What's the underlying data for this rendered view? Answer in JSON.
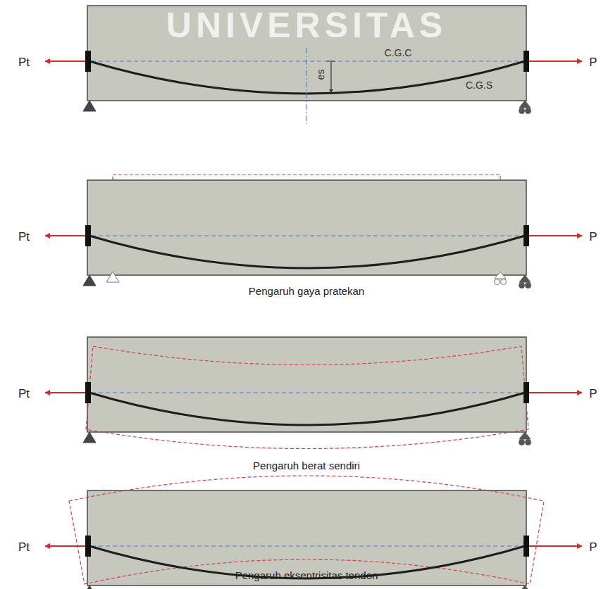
{
  "diagram": {
    "labels": [
      "UNIVERSITAS",
      "Pt",
      "P",
      "C.G.C",
      "es",
      "C.G.S",
      "Pt",
      "P",
      "Pengaruh gaya pratekan",
      "Pt",
      "P",
      "Pengaruh berat sendiri",
      "Pt",
      "P",
      "Pengaruh eksentrisitas tendon"
    ]
  }
}
